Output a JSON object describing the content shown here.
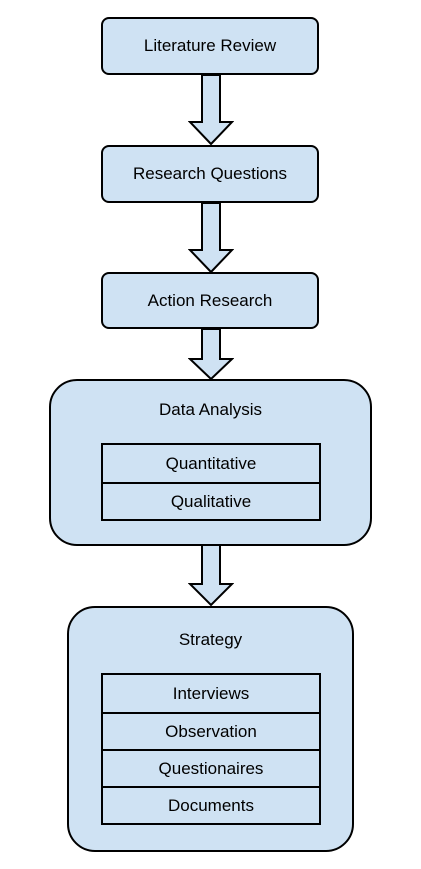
{
  "nodes": {
    "literature_review": "Literature Review",
    "research_questions": "Research Questions",
    "action_research": "Action Research"
  },
  "data_analysis": {
    "title": "Data Analysis",
    "items": [
      "Quantitative",
      "Qualitative"
    ]
  },
  "strategy": {
    "title": "Strategy",
    "items": [
      "Interviews",
      "Observation",
      "Questionaires",
      "Documents"
    ]
  },
  "colors": {
    "box_fill": "#cfe2f3",
    "stroke": "#000000",
    "arrow_fill": "#cfe2f3"
  }
}
